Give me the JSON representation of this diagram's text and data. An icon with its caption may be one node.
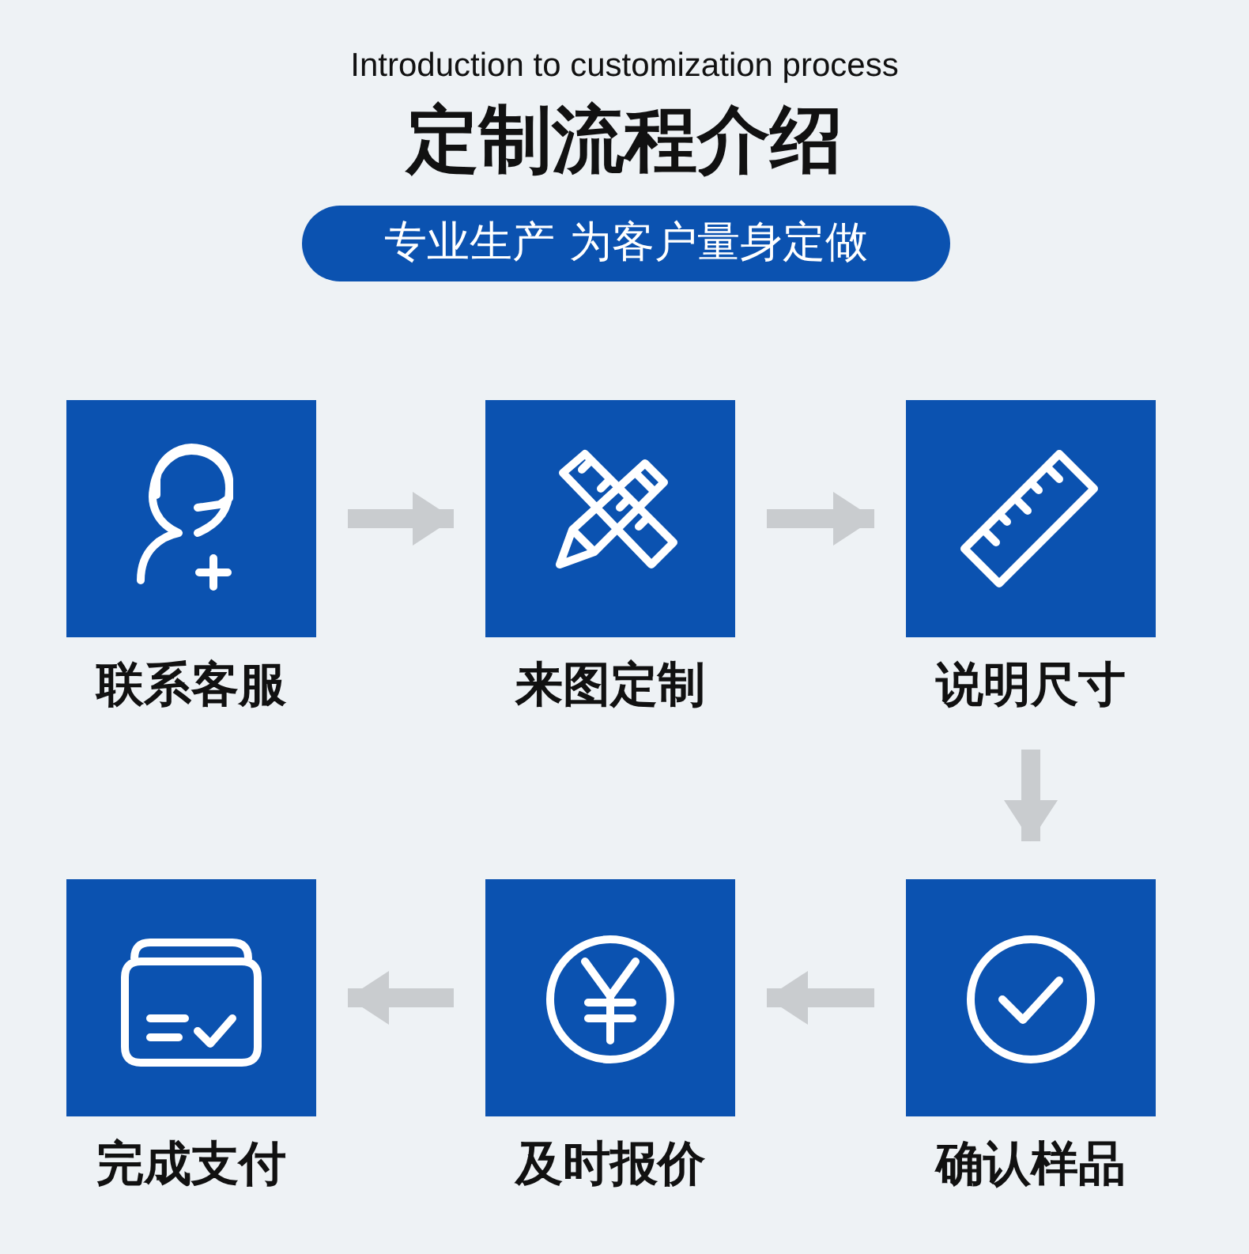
{
  "diagram": {
    "title": "定制流程介绍",
    "nodes": [
      {
        "text": [
          "联系客服"
        ]
      },
      {
        "text": [
          "来图定制"
        ]
      },
      {
        "text": [
          "说明尺寸"
        ]
      },
      {
        "text": [
          "完成支付"
        ]
      },
      {
        "text": [
          "及时报价"
        ]
      },
      {
        "text": [
          "确认样品"
        ]
      }
    ],
    "edges": [
      {
        "from": 0,
        "to": 1,
        "arrow": "to"
      },
      {
        "from": 1,
        "to": 2,
        "arrow": "to"
      },
      {
        "from": 2,
        "to": 5,
        "arrow": "to"
      },
      {
        "from": 5,
        "to": 4,
        "arrow": "to"
      },
      {
        "from": 4,
        "to": 3,
        "arrow": "to"
      }
    ],
    "labels": [
      "Introduction to customization process",
      "专业生产 为客户量身定做"
    ]
  }
}
